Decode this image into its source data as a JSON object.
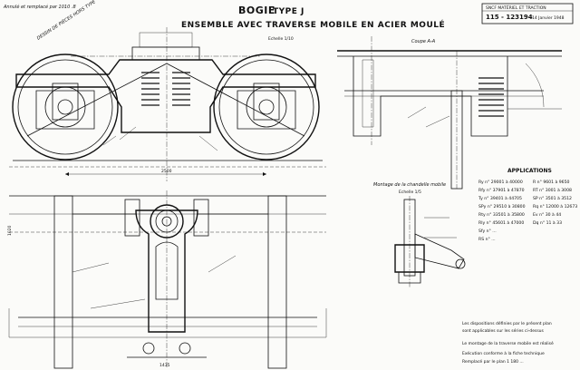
{
  "title": {
    "bogie": "BOGIE",
    "type": "TYPE J",
    "subtitle": "ENSEMBLE AVEC TRAVERSE MOBILE EN ACIER MOULÉ",
    "scale": "Echelle 1/10",
    "side_note": "DESSIN DE PIÈCES HORS TYPE"
  },
  "stamp": {
    "line1": "SNCF  MATÉRIEL ET TRACTION",
    "code": "115 - 123194",
    "date": "14 Janvier 1948"
  },
  "top_left_note": "Annulé et remplacé par 1010 .8",
  "views": {
    "section_label": "Coupe A-A",
    "detail_title": "Montage de la chandelle mobile",
    "detail_scale": "Echelle 1/5"
  },
  "applications": {
    "title": "APPLICATIONS",
    "rows": [
      {
        "left": "Ry  n°  29001 à 40000",
        "right": "R n°  9601 à 9650"
      },
      {
        "left": "Rfy  n°  37901 à 47870",
        "right": "RT n°  3001 à 3008"
      },
      {
        "left": "Ty  n°  39401 à 44705",
        "right": "SP n°  3501 à 3512"
      },
      {
        "left": "SPy  n°  29510 à 30800",
        "right": "Rq n°  12000 à 12673"
      },
      {
        "left": "Rty  n°  33501 à 35800",
        "right": "Ev n°  30 à 44"
      },
      {
        "left": "Rly  n°  45601 à 47000",
        "right": "Dq n°  11 à 33"
      },
      {
        "left": "Sfy  n°  ...",
        "right": ""
      },
      {
        "left": "RS  n°  ...",
        "right": ""
      }
    ]
  },
  "bottom_notes": [
    "Les dispositions définies par le présent plan",
    "sont applicables sur les séries ci-dessus",
    "Le montage de la traverse mobile est réalisé",
    "Exécution conforme à la fiche technique",
    "Remplacé par le plan 1 180 ..."
  ],
  "dimensions": {
    "wheelbase": "2500",
    "height": "1020",
    "track": "1435"
  }
}
